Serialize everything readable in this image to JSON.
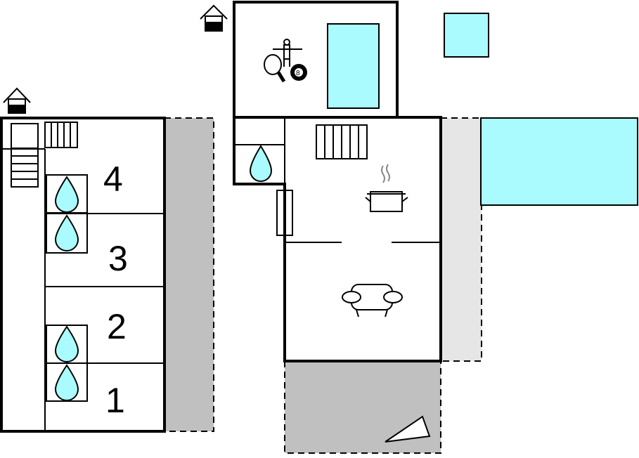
{
  "floorplan": {
    "room_numbers": [
      "4",
      "3",
      "2",
      "1"
    ],
    "pool_ball_label": "8",
    "colors": {
      "pool": "#aafbfd",
      "terrace": "#c0c0c0",
      "patio": "#e6e6e6",
      "wall": "#000000"
    },
    "icons": [
      "house-icon",
      "house-icon",
      "table-tennis-icon",
      "foosball-icon",
      "billiard-ball-icon",
      "water-drop-icon",
      "stairs-icon",
      "radiator-icon",
      "cooking-pot-icon",
      "sofa-icon",
      "compass-arrow-icon"
    ]
  }
}
